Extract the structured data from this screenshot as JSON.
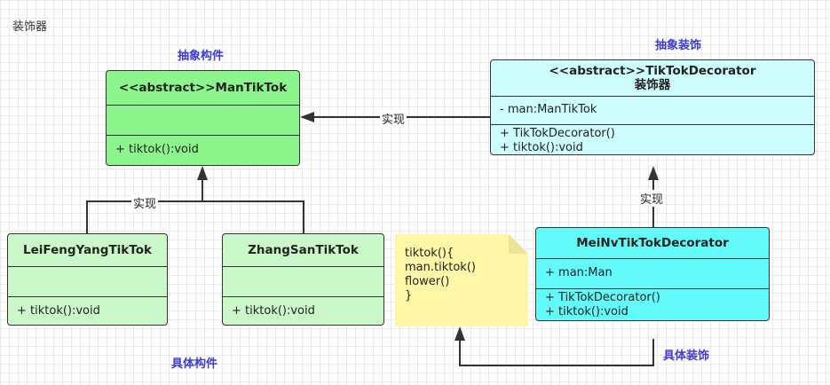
{
  "title": "装饰器",
  "labels": {
    "abstract_component": "抽象构件",
    "abstract_decorator": "抽象装饰",
    "concrete_component": "具体构件",
    "concrete_decorator": "具体装饰"
  },
  "edges": {
    "decorator_to_component": "实现",
    "concrete_to_abstract": "实现",
    "meinv_to_decorator": "实现"
  },
  "classes": {
    "man_tiktok": {
      "name": "<<abstract>>ManTikTok",
      "attributes": [],
      "methods": [
        "+ tiktok():void"
      ]
    },
    "tiktok_decorator": {
      "name": "<<abstract>>TikTokDecorator",
      "subtitle": "装饰器",
      "attributes": [
        "- man:ManTikTok"
      ],
      "methods": [
        "+ TikTokDecorator()",
        "+ tiktok():void"
      ]
    },
    "leifeng": {
      "name": "LeiFengYangTikTok",
      "attributes": [],
      "methods": [
        "+ tiktok():void"
      ]
    },
    "zhangsan": {
      "name": "ZhangSanTikTok",
      "attributes": [],
      "methods": [
        "+ tiktok():void"
      ]
    },
    "meinv": {
      "name": "MeiNvTikTokDecorator",
      "attributes": [
        "+ man:Man"
      ],
      "methods": [
        "+ TikTokDecorator()",
        "+ tiktok():void"
      ]
    }
  },
  "note": {
    "lines": [
      "tiktok(){",
      "man.tiktok()",
      "flower()",
      "}"
    ]
  },
  "colors": {
    "abstract_component": "#8cf58c",
    "concrete_component": "#cbf8c8",
    "abstract_decorator": "#cdfdfd",
    "concrete_decorator": "#63fafa",
    "note": "#fff7a6",
    "stereotype_text": "#3b3bd6"
  }
}
